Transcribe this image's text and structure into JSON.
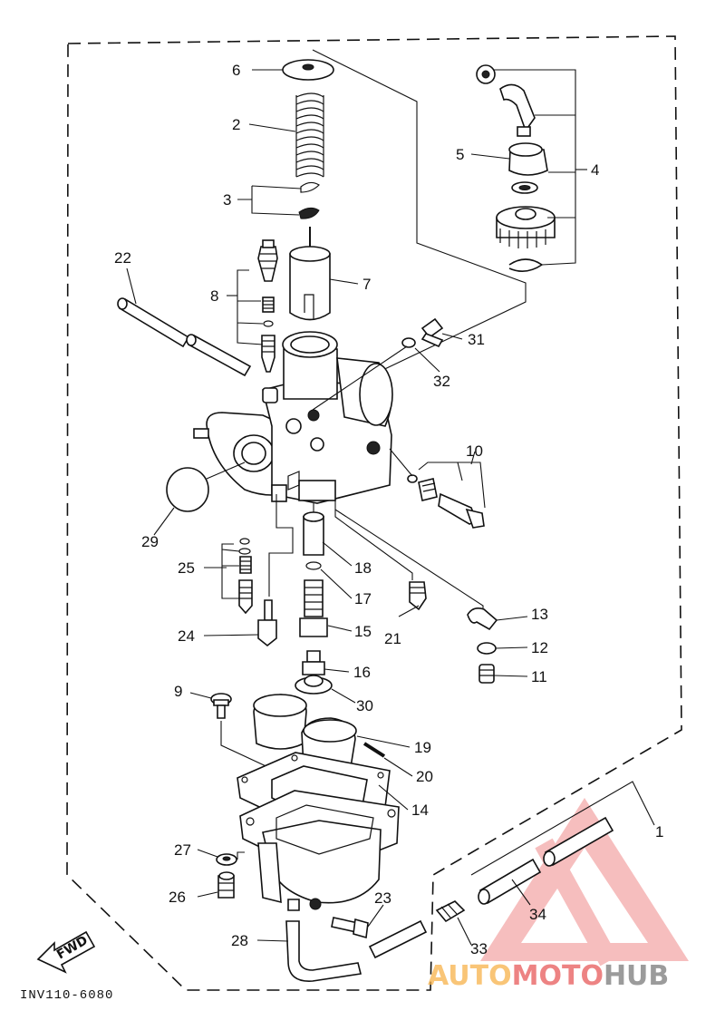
{
  "callouts": {
    "p1": "1",
    "p2": "2",
    "p3": "3",
    "p4": "4",
    "p5": "5",
    "p6": "6",
    "p7": "7",
    "p8": "8",
    "p9": "9",
    "p10": "10",
    "p11": "11",
    "p12": "12",
    "p13": "13",
    "p14": "14",
    "p15": "15",
    "p16": "16",
    "p17": "17",
    "p18": "18",
    "p19": "19",
    "p20": "20",
    "p21": "21",
    "p22": "22",
    "p23": "23",
    "p24": "24",
    "p25": "25",
    "p26": "26",
    "p27": "27",
    "p28": "28",
    "p29": "29",
    "p30": "30",
    "p31": "31",
    "p32": "32",
    "p33": "33",
    "p34": "34"
  },
  "diagram_code": "INV110-6080",
  "fwd_label": "FWD",
  "watermark": {
    "auto": "AUTO",
    "moto": "MOTO",
    "hub": "HUB",
    "colors": {
      "auto": "#f7b24a",
      "moto": "#e85a5a",
      "hub": "#7a7a7a",
      "triangle": "#f08a8a"
    }
  }
}
